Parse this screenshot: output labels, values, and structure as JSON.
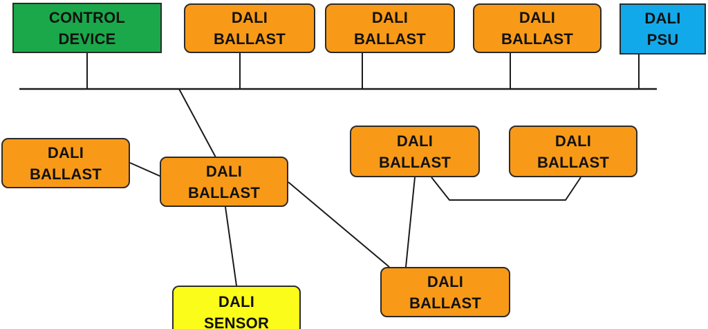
{
  "colors": {
    "control": "#1ba84a",
    "ballast": "#f89a17",
    "psu": "#12a9ea",
    "sensor": "#fcfc1a",
    "wire": "#1a1a1a"
  },
  "nodes": {
    "control_device": {
      "line1": "CONTROL",
      "line2": "DEVICE"
    },
    "ballast_top_1": {
      "line1": "DALI",
      "line2": "BALLAST"
    },
    "ballast_top_2": {
      "line1": "DALI",
      "line2": "BALLAST"
    },
    "ballast_top_3": {
      "line1": "DALI",
      "line2": "BALLAST"
    },
    "psu": {
      "line1": "DALI",
      "line2": "PSU"
    },
    "ballast_left": {
      "line1": "DALI",
      "line2": "BALLAST"
    },
    "ballast_hub": {
      "line1": "DALI",
      "line2": "BALLAST"
    },
    "ballast_mid_right": {
      "line1": "DALI",
      "line2": "BALLAST"
    },
    "ballast_far_right": {
      "line1": "DALI",
      "line2": "BALLAST"
    },
    "ballast_bottom": {
      "line1": "DALI",
      "line2": "BALLAST"
    },
    "sensor": {
      "line1": "DALI",
      "line2": "SENSOR"
    }
  },
  "connections": [
    {
      "from": "control_device",
      "to": "bus"
    },
    {
      "from": "ballast_top_1",
      "to": "bus"
    },
    {
      "from": "ballast_top_2",
      "to": "bus"
    },
    {
      "from": "ballast_top_3",
      "to": "bus"
    },
    {
      "from": "psu",
      "to": "bus"
    },
    {
      "from": "bus",
      "to": "ballast_hub"
    },
    {
      "from": "ballast_left",
      "to": "ballast_hub"
    },
    {
      "from": "ballast_hub",
      "to": "sensor"
    },
    {
      "from": "ballast_hub",
      "to": "ballast_bottom"
    },
    {
      "from": "ballast_mid_right",
      "to": "ballast_bottom"
    },
    {
      "from": "ballast_mid_right",
      "to": "ballast_far_right"
    }
  ]
}
